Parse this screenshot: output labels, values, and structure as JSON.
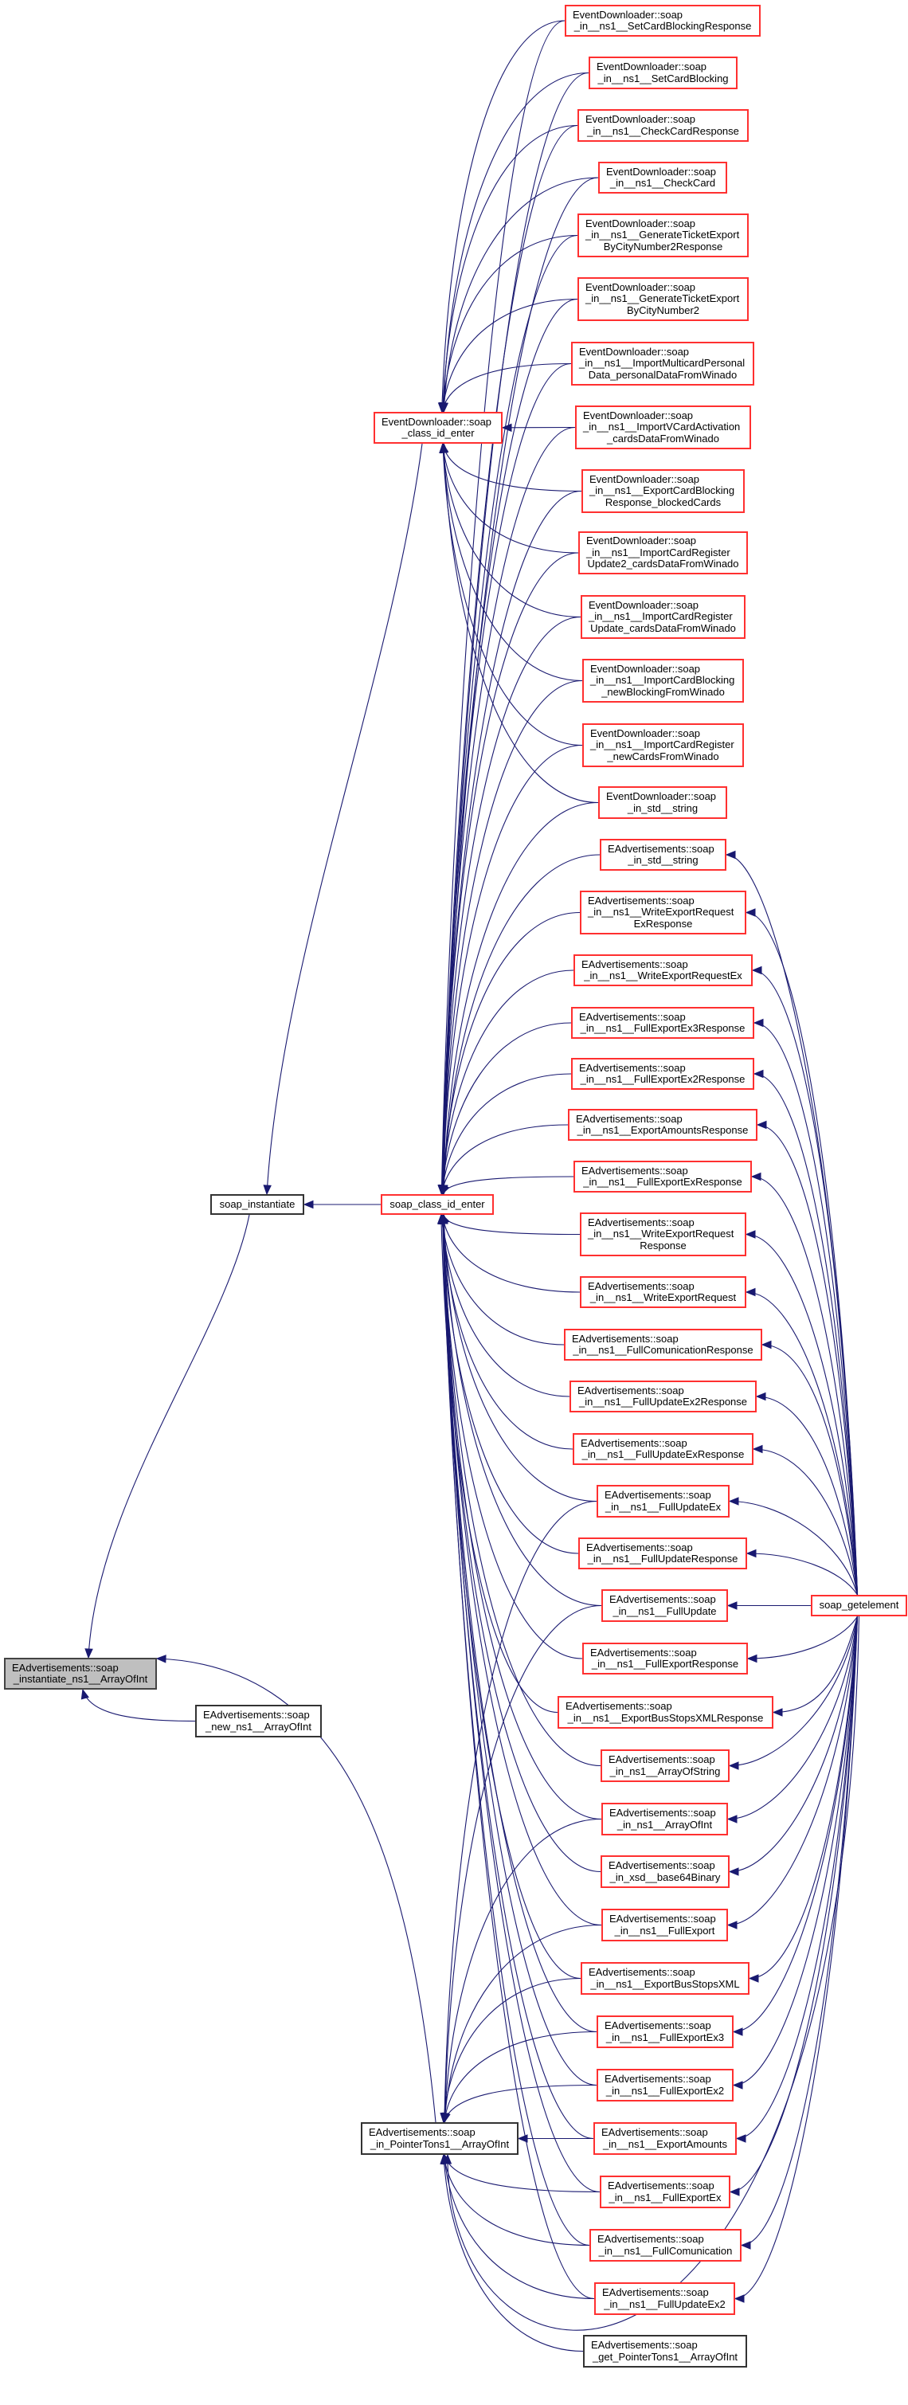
{
  "edge_color": "#191970",
  "node_colors": {
    "red": "#ff3030",
    "black": "#333333",
    "gray_fill": "#bfbfbf"
  },
  "nodes": [
    {
      "lines": [
        "EventDownloader::soap",
        "_class_id_enter"
      ],
      "style": "red"
    },
    {
      "lines": [
        "soap_instantiate"
      ],
      "style": "black"
    },
    {
      "lines": [
        "soap_class_id_enter"
      ],
      "style": "red"
    },
    {
      "lines": [
        "EAdvertisements::soap",
        "_instantiate_ns1__ArrayOfInt"
      ],
      "style": "gray"
    },
    {
      "lines": [
        "EAdvertisements::soap",
        "_new_ns1__ArrayOfInt"
      ],
      "style": "black"
    },
    {
      "lines": [
        "EAdvertisements::soap",
        "_in_PointerTons1__ArrayOfInt"
      ],
      "style": "black"
    },
    {
      "lines": [
        "soap_getelement"
      ],
      "style": "red"
    },
    {
      "lines": [
        "EventDownloader::soap",
        "_in__ns1__SetCardBlockingResponse"
      ],
      "style": "red"
    },
    {
      "lines": [
        "EventDownloader::soap",
        "_in__ns1__SetCardBlocking"
      ],
      "style": "red"
    },
    {
      "lines": [
        "EventDownloader::soap",
        "_in__ns1__CheckCardResponse"
      ],
      "style": "red"
    },
    {
      "lines": [
        "EventDownloader::soap",
        "_in__ns1__CheckCard"
      ],
      "style": "red"
    },
    {
      "lines": [
        "EventDownloader::soap",
        "_in__ns1__GenerateTicketExport",
        "ByCityNumber2Response"
      ],
      "style": "red"
    },
    {
      "lines": [
        "EventDownloader::soap",
        "_in__ns1__GenerateTicketExport",
        "ByCityNumber2"
      ],
      "style": "red"
    },
    {
      "lines": [
        "EventDownloader::soap",
        "_in__ns1__ImportMulticardPersonal",
        "Data_personalDataFromWinado"
      ],
      "style": "red"
    },
    {
      "lines": [
        "EventDownloader::soap",
        "_in__ns1__ImportVCardActivation",
        "_cardsDataFromWinado"
      ],
      "style": "red"
    },
    {
      "lines": [
        "EventDownloader::soap",
        "_in__ns1__ExportCardBlocking",
        "Response_blockedCards"
      ],
      "style": "red"
    },
    {
      "lines": [
        "EventDownloader::soap",
        "_in__ns1__ImportCardRegister",
        "Update2_cardsDataFromWinado"
      ],
      "style": "red"
    },
    {
      "lines": [
        "EventDownloader::soap",
        "_in__ns1__ImportCardRegister",
        "Update_cardsDataFromWinado"
      ],
      "style": "red"
    },
    {
      "lines": [
        "EventDownloader::soap",
        "_in__ns1__ImportCardBlocking",
        "_newBlockingFromWinado"
      ],
      "style": "red"
    },
    {
      "lines": [
        "EventDownloader::soap",
        "_in__ns1__ImportCardRegister",
        "_newCardsFromWinado"
      ],
      "style": "red"
    },
    {
      "lines": [
        "EventDownloader::soap",
        "_in_std__string"
      ],
      "style": "red"
    },
    {
      "lines": [
        "EAdvertisements::soap",
        "_in_std__string"
      ],
      "style": "red"
    },
    {
      "lines": [
        "EAdvertisements::soap",
        "_in__ns1__WriteExportRequest",
        "ExResponse"
      ],
      "style": "red"
    },
    {
      "lines": [
        "EAdvertisements::soap",
        "_in__ns1__WriteExportRequestEx"
      ],
      "style": "red"
    },
    {
      "lines": [
        "EAdvertisements::soap",
        "_in__ns1__FullExportEx3Response"
      ],
      "style": "red"
    },
    {
      "lines": [
        "EAdvertisements::soap",
        "_in__ns1__FullExportEx2Response"
      ],
      "style": "red"
    },
    {
      "lines": [
        "EAdvertisements::soap",
        "_in__ns1__ExportAmountsResponse"
      ],
      "style": "red"
    },
    {
      "lines": [
        "EAdvertisements::soap",
        "_in__ns1__FullExportExResponse"
      ],
      "style": "red"
    },
    {
      "lines": [
        "EAdvertisements::soap",
        "_in__ns1__WriteExportRequest",
        "Response"
      ],
      "style": "red"
    },
    {
      "lines": [
        "EAdvertisements::soap",
        "_in__ns1__WriteExportRequest"
      ],
      "style": "red"
    },
    {
      "lines": [
        "EAdvertisements::soap",
        "_in__ns1__FullComunicationResponse"
      ],
      "style": "red"
    },
    {
      "lines": [
        "EAdvertisements::soap",
        "_in__ns1__FullUpdateEx2Response"
      ],
      "style": "red"
    },
    {
      "lines": [
        "EAdvertisements::soap",
        "_in__ns1__FullUpdateExResponse"
      ],
      "style": "red"
    },
    {
      "lines": [
        "EAdvertisements::soap",
        "_in__ns1__FullUpdateEx"
      ],
      "style": "red"
    },
    {
      "lines": [
        "EAdvertisements::soap",
        "_in__ns1__FullUpdateResponse"
      ],
      "style": "red"
    },
    {
      "lines": [
        "EAdvertisements::soap",
        "_in__ns1__FullUpdate"
      ],
      "style": "red"
    },
    {
      "lines": [
        "EAdvertisements::soap",
        "_in__ns1__FullExportResponse"
      ],
      "style": "red"
    },
    {
      "lines": [
        "EAdvertisements::soap",
        "_in__ns1__ExportBusStopsXMLResponse"
      ],
      "style": "red"
    },
    {
      "lines": [
        "EAdvertisements::soap",
        "_in_ns1__ArrayOfString"
      ],
      "style": "red"
    },
    {
      "lines": [
        "EAdvertisements::soap",
        "_in_ns1__ArrayOfInt"
      ],
      "style": "red"
    },
    {
      "lines": [
        "EAdvertisements::soap",
        "_in_xsd__base64Binary"
      ],
      "style": "red"
    },
    {
      "lines": [
        "EAdvertisements::soap",
        "_in__ns1__FullExport"
      ],
      "style": "red"
    },
    {
      "lines": [
        "EAdvertisements::soap",
        "_in__ns1__ExportBusStopsXML"
      ],
      "style": "red"
    },
    {
      "lines": [
        "EAdvertisements::soap",
        "_in__ns1__FullExportEx3"
      ],
      "style": "red"
    },
    {
      "lines": [
        "EAdvertisements::soap",
        "_in__ns1__FullExportEx2"
      ],
      "style": "red"
    },
    {
      "lines": [
        "EAdvertisements::soap",
        "_in__ns1__ExportAmounts"
      ],
      "style": "red"
    },
    {
      "lines": [
        "EAdvertisements::soap",
        "_in__ns1__FullExportEx"
      ],
      "style": "red"
    },
    {
      "lines": [
        "EAdvertisements::soap",
        "_in__ns1__FullComunication"
      ],
      "style": "red"
    },
    {
      "lines": [
        "EAdvertisements::soap",
        "_in__ns1__FullUpdateEx2"
      ],
      "style": "red"
    },
    {
      "lines": [
        "EAdvertisements::soap",
        "_get_PointerTons1__ArrayOfInt"
      ],
      "style": "black"
    }
  ],
  "edges": [
    [
      1,
      3
    ],
    [
      0,
      1
    ],
    [
      2,
      1
    ],
    [
      4,
      3
    ],
    [
      5,
      3
    ],
    [
      6,
      5
    ],
    [
      7,
      0
    ],
    [
      8,
      0
    ],
    [
      9,
      0
    ],
    [
      10,
      0
    ],
    [
      11,
      0
    ],
    [
      12,
      0
    ],
    [
      13,
      0
    ],
    [
      14,
      0
    ],
    [
      15,
      0
    ],
    [
      16,
      0
    ],
    [
      17,
      0
    ],
    [
      18,
      0
    ],
    [
      19,
      0
    ],
    [
      20,
      0
    ],
    [
      7,
      2
    ],
    [
      8,
      2
    ],
    [
      9,
      2
    ],
    [
      10,
      2
    ],
    [
      11,
      2
    ],
    [
      12,
      2
    ],
    [
      13,
      2
    ],
    [
      14,
      2
    ],
    [
      15,
      2
    ],
    [
      16,
      2
    ],
    [
      17,
      2
    ],
    [
      18,
      2
    ],
    [
      19,
      2
    ],
    [
      20,
      2
    ],
    [
      21,
      2
    ],
    [
      22,
      2
    ],
    [
      23,
      2
    ],
    [
      24,
      2
    ],
    [
      25,
      2
    ],
    [
      26,
      2
    ],
    [
      27,
      2
    ],
    [
      28,
      2
    ],
    [
      29,
      2
    ],
    [
      30,
      2
    ],
    [
      31,
      2
    ],
    [
      32,
      2
    ],
    [
      33,
      2
    ],
    [
      34,
      2
    ],
    [
      35,
      2
    ],
    [
      36,
      2
    ],
    [
      37,
      2
    ],
    [
      38,
      2
    ],
    [
      39,
      2
    ],
    [
      40,
      2
    ],
    [
      41,
      2
    ],
    [
      42,
      2
    ],
    [
      43,
      2
    ],
    [
      44,
      2
    ],
    [
      45,
      2
    ],
    [
      46,
      2
    ],
    [
      47,
      2
    ],
    [
      48,
      2
    ],
    [
      6,
      21
    ],
    [
      6,
      22
    ],
    [
      6,
      23
    ],
    [
      6,
      24
    ],
    [
      6,
      25
    ],
    [
      6,
      26
    ],
    [
      6,
      27
    ],
    [
      6,
      28
    ],
    [
      6,
      29
    ],
    [
      6,
      30
    ],
    [
      6,
      31
    ],
    [
      6,
      32
    ],
    [
      6,
      33
    ],
    [
      6,
      34
    ],
    [
      6,
      35
    ],
    [
      6,
      36
    ],
    [
      6,
      37
    ],
    [
      6,
      38
    ],
    [
      6,
      39
    ],
    [
      6,
      40
    ],
    [
      6,
      41
    ],
    [
      6,
      42
    ],
    [
      6,
      43
    ],
    [
      6,
      44
    ],
    [
      6,
      45
    ],
    [
      6,
      46
    ],
    [
      6,
      47
    ],
    [
      6,
      48
    ],
    [
      33,
      5
    ],
    [
      35,
      5
    ],
    [
      39,
      5
    ],
    [
      41,
      5
    ],
    [
      42,
      5
    ],
    [
      43,
      5
    ],
    [
      44,
      5
    ],
    [
      45,
      5
    ],
    [
      46,
      5
    ],
    [
      47,
      5
    ],
    [
      48,
      5
    ],
    [
      49,
      5
    ]
  ]
}
